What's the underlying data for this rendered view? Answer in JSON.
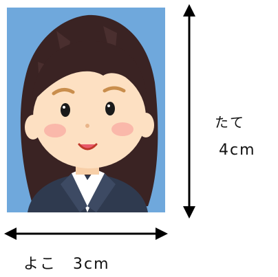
{
  "labels": {
    "height_word": "たて",
    "height_value": "4cm",
    "width_text": "よこ　3cm"
  },
  "colors": {
    "photo_background": "#6fa8dc",
    "hair": "#3a2323",
    "skin": "#fde0c2",
    "suit": "#2f3a4f",
    "shirt": "#ffffff",
    "arrow": "#000000"
  }
}
